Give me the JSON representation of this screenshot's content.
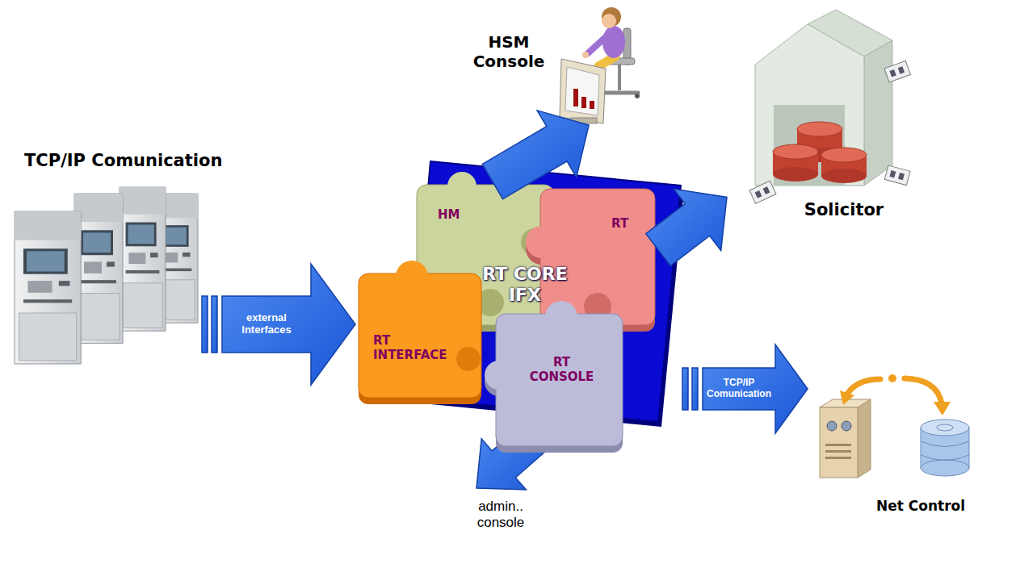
{
  "diagram": {
    "nodes": [
      {
        "text": [
          "TCP/IP Comunication"
        ]
      },
      {
        "text": [
          "HSM Console"
        ]
      },
      {
        "text": [
          "RT CORE IFX"
        ]
      },
      {
        "text": [
          "HM"
        ],
        "in": 2
      },
      {
        "text": [
          "RT"
        ],
        "in": 2
      },
      {
        "text": [
          "RT INTERFACE"
        ],
        "in": 2
      },
      {
        "text": [
          "RT CONSOLE"
        ],
        "in": 2
      },
      {
        "text": [
          "Solicitor"
        ]
      },
      {
        "text": [
          "Net Control"
        ]
      }
    ],
    "edges": [
      {
        "from": 0,
        "to": 5,
        "label": "external Interfaces",
        "arrow": "to"
      },
      {
        "from": 3,
        "to": 1,
        "arrow": "to"
      },
      {
        "from": 4,
        "to": 7,
        "arrow": "to"
      },
      {
        "from": 2,
        "to": 8,
        "label": "TCP/IP Comunication",
        "arrow": "to"
      }
    ],
    "labels": [
      "admin.. console"
    ]
  }
}
